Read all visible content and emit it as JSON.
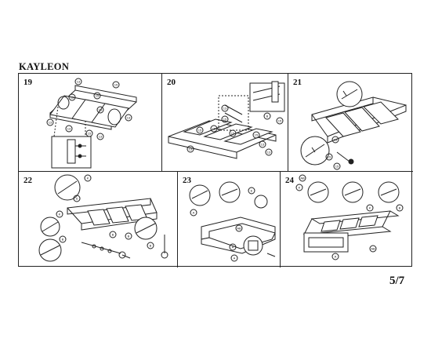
{
  "header": {
    "title": "KAYLEON"
  },
  "steps": [
    {
      "number": "19",
      "part_labels": [
        "13",
        "15",
        "13",
        "15",
        "15",
        "13",
        "13",
        "13",
        "15",
        "13"
      ]
    },
    {
      "number": "20",
      "part_labels": [
        "13",
        "15",
        "B",
        "15",
        "15",
        "15",
        "15",
        "13",
        "13",
        "15",
        "13"
      ]
    },
    {
      "number": "21",
      "part_labels": [
        "13",
        "15",
        "15"
      ]
    },
    {
      "number": "22",
      "part_labels": [
        "K",
        "S",
        "K",
        "B",
        "B",
        "B",
        "B"
      ]
    },
    {
      "number": "23",
      "part_labels": [
        "E",
        "A",
        "AB",
        "A",
        "A"
      ]
    },
    {
      "number": "24",
      "part_labels": [
        "AB",
        "K",
        "K",
        "B",
        "A",
        "AB"
      ]
    }
  ],
  "footer": {
    "page": "5/7"
  }
}
